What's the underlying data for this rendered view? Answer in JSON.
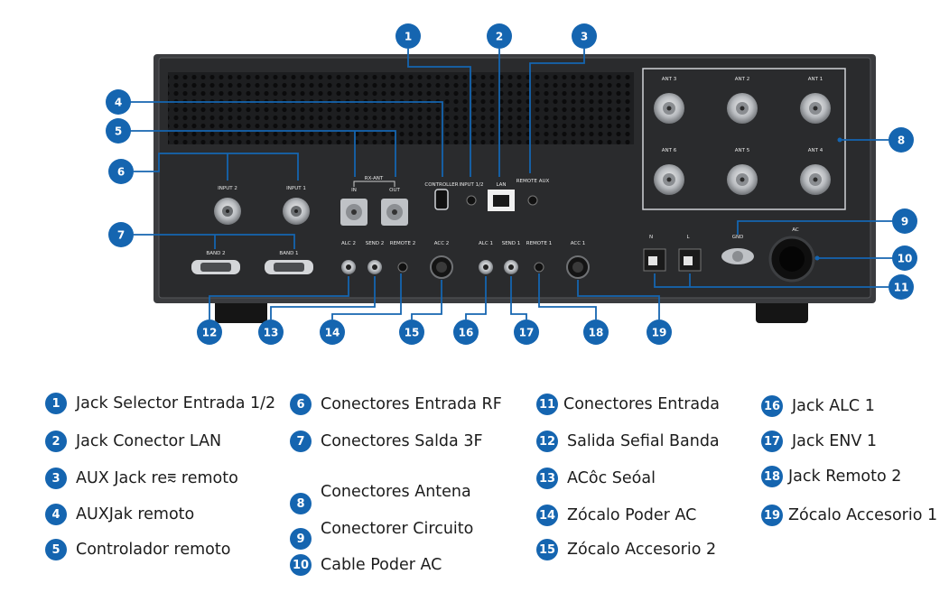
{
  "callouts": [
    "1",
    "2",
    "3",
    "4",
    "5",
    "6",
    "7",
    "8",
    "9",
    "10",
    "11",
    "12",
    "13",
    "14",
    "15",
    "16",
    "17",
    "18",
    "19"
  ],
  "panel_labels": {
    "ant3": "ANT 3",
    "ant2": "ANT 2",
    "ant1": "ANT 1",
    "ant6": "ANT 6",
    "ant5": "ANT 5",
    "ant4": "ANT 4",
    "input2": "INPUT 2",
    "input1": "INPUT 1",
    "rx_ant": "RX-ANT",
    "in": "IN",
    "out": "OUT",
    "controller": "CONTROLLER",
    "input12": "INPUT 1/2",
    "lan": "LAN",
    "remote_aux": "REMOTE AUX",
    "band2": "BAND 2",
    "band1": "BAND 1",
    "alc2": "ALC 2",
    "send2": "SEND 2",
    "remote2": "REMOTE 2",
    "acc2": "ACC 2",
    "alc1": "ALC 1",
    "send1": "SEND 1",
    "remote1": "REMOTE 1",
    "acc1": "ACC 1",
    "n": "N",
    "l": "L",
    "gnd": "GND",
    "ac": "AC"
  },
  "legend": [
    {
      "num": "1",
      "text": "Jack Selector Entrada 1/2"
    },
    {
      "num": "2",
      "text": "Jack Conector LAN"
    },
    {
      "num": "3",
      "text": "AUX Jack re⩳ remoto"
    },
    {
      "num": "4",
      "text": "AUXJak remoto"
    },
    {
      "num": "5",
      "text": "Controlador remoto"
    },
    {
      "num": "6",
      "text": "Conectores Entrada RF"
    },
    {
      "num": "7",
      "text": "Conectores Salda 3F"
    },
    {
      "num": "8",
      "text": "Conectores Antena"
    },
    {
      "num": "9",
      "text": "Conectorer Circuito"
    },
    {
      "num": "10",
      "text": "Cable Poder AC"
    },
    {
      "num": "11",
      "text": "Conectores Entrada"
    },
    {
      "num": "12",
      "text": "Salida Sefial Banda"
    },
    {
      "num": "13",
      "text": "ACôc Seóal"
    },
    {
      "num": "14",
      "text": "Zócalo Poder AC"
    },
    {
      "num": "15",
      "text": "Zócalo Accesorio 2"
    },
    {
      "num": "16",
      "text": "Jack ALC 1"
    },
    {
      "num": "17",
      "text": "Jack ENV  1"
    },
    {
      "num": "18",
      "text": "Jack Remoto 2"
    },
    {
      "num": "19",
      "text": "Zócalo Accesorio 1"
    }
  ],
  "colors": {
    "callout": "#1565b0",
    "panel": "#2a2b2d",
    "panel_edge": "#55575a",
    "label": "#e8e8e8"
  }
}
